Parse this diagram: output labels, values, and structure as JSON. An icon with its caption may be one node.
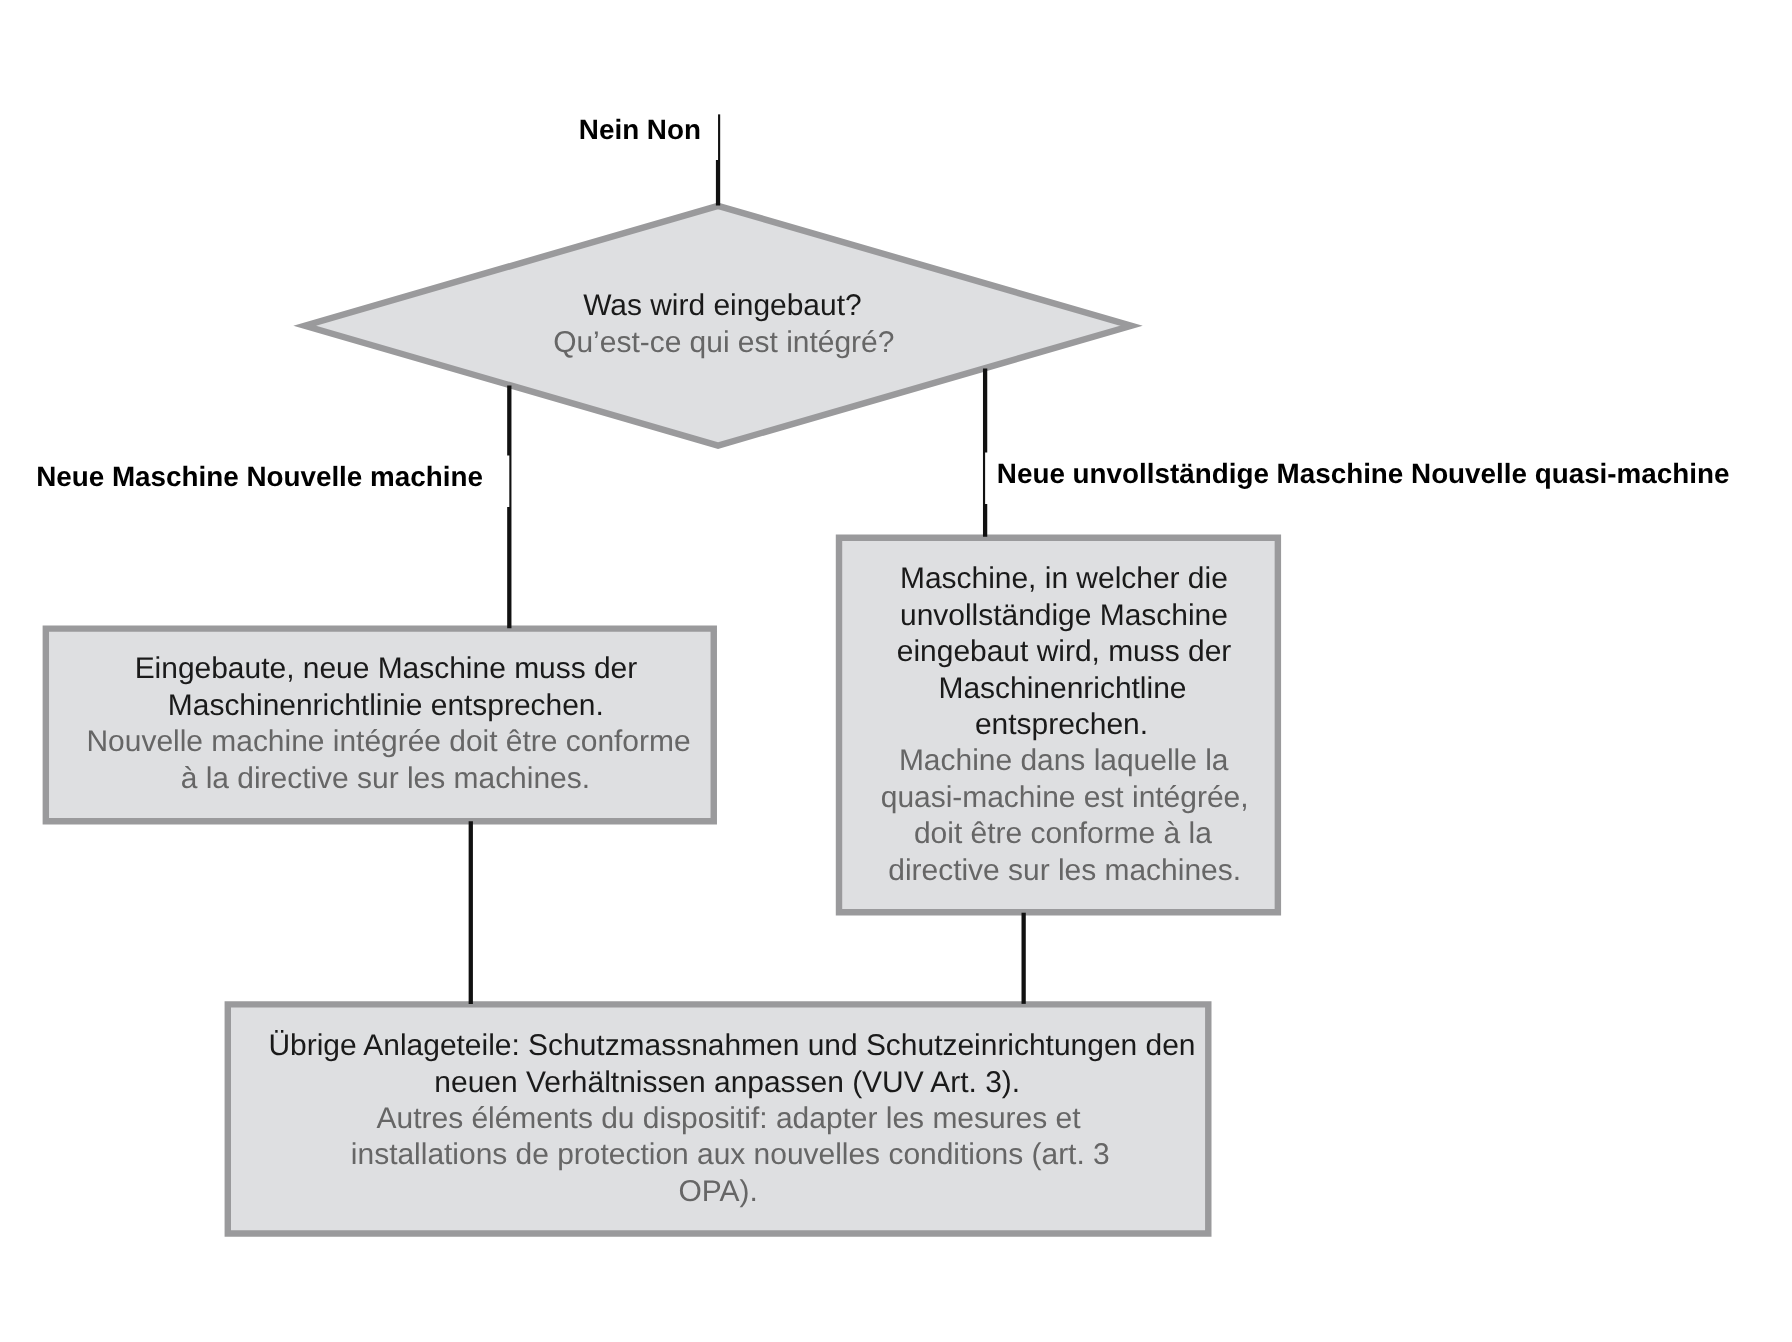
{
  "diagram": {
    "nodes": [
      {
        "text": [
          "Was wird eingebaut?",
          "Qu’est-ce qui est intégré?"
        ]
      },
      {
        "text": [
          "Eingebaute, neue Maschine muss der Maschinenrichtlinie entsprechen.",
          "Nouvelle machine intégrée doit être conforme à la directive sur les machines."
        ]
      },
      {
        "text": [
          "Maschine, in welcher die unvollständige Maschine eingebaut wird, muss der Maschinenrichtline entsprechen.",
          "Machine dans laquelle la quasi-machine est intégrée, doit être conforme à la directive sur les machines."
        ]
      },
      {
        "text": [
          "Übrige Anlageteile: Schutzmassnahmen und Schutzeinrichtungen den neuen Verhältnissen anpassen (VUV Art. 3).",
          "Autres éléments du dispositif: adapter les mesures et installations de protection aux nouvelles conditions (art. 3 OPA)."
        ]
      }
    ],
    "edges": [
      {
        "from": null,
        "to": 0,
        "arrow": "none",
        "label": "Nein Non"
      },
      {
        "from": 0,
        "to": 1,
        "arrow": "none",
        "label": "Neue Maschine Nouvelle machine"
      },
      {
        "from": 0,
        "to": 2,
        "arrow": "none",
        "label": "Neue unvollständige Maschine Nouvelle quasi-machine"
      },
      {
        "from": 1,
        "to": 3,
        "arrow": "none"
      },
      {
        "from": 2,
        "to": 3,
        "arrow": "none"
      }
    ]
  }
}
